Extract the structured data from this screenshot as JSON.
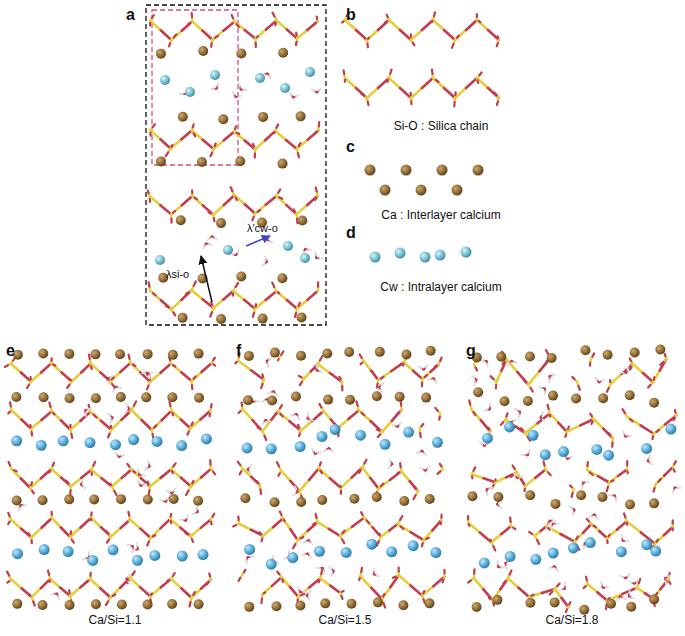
{
  "diagram": {
    "labels": [
      "a",
      "b",
      "c",
      "d",
      "e",
      "f",
      "g",
      "Si-O : Silica chain",
      "Ca : Interlayer calcium",
      "Cw : Intralayer calcium",
      "Ca/Si=1.1",
      "Ca/Si=1.5",
      "Ca/Si=1.8",
      "λsi-o",
      "λ′cw-o"
    ]
  }
}
